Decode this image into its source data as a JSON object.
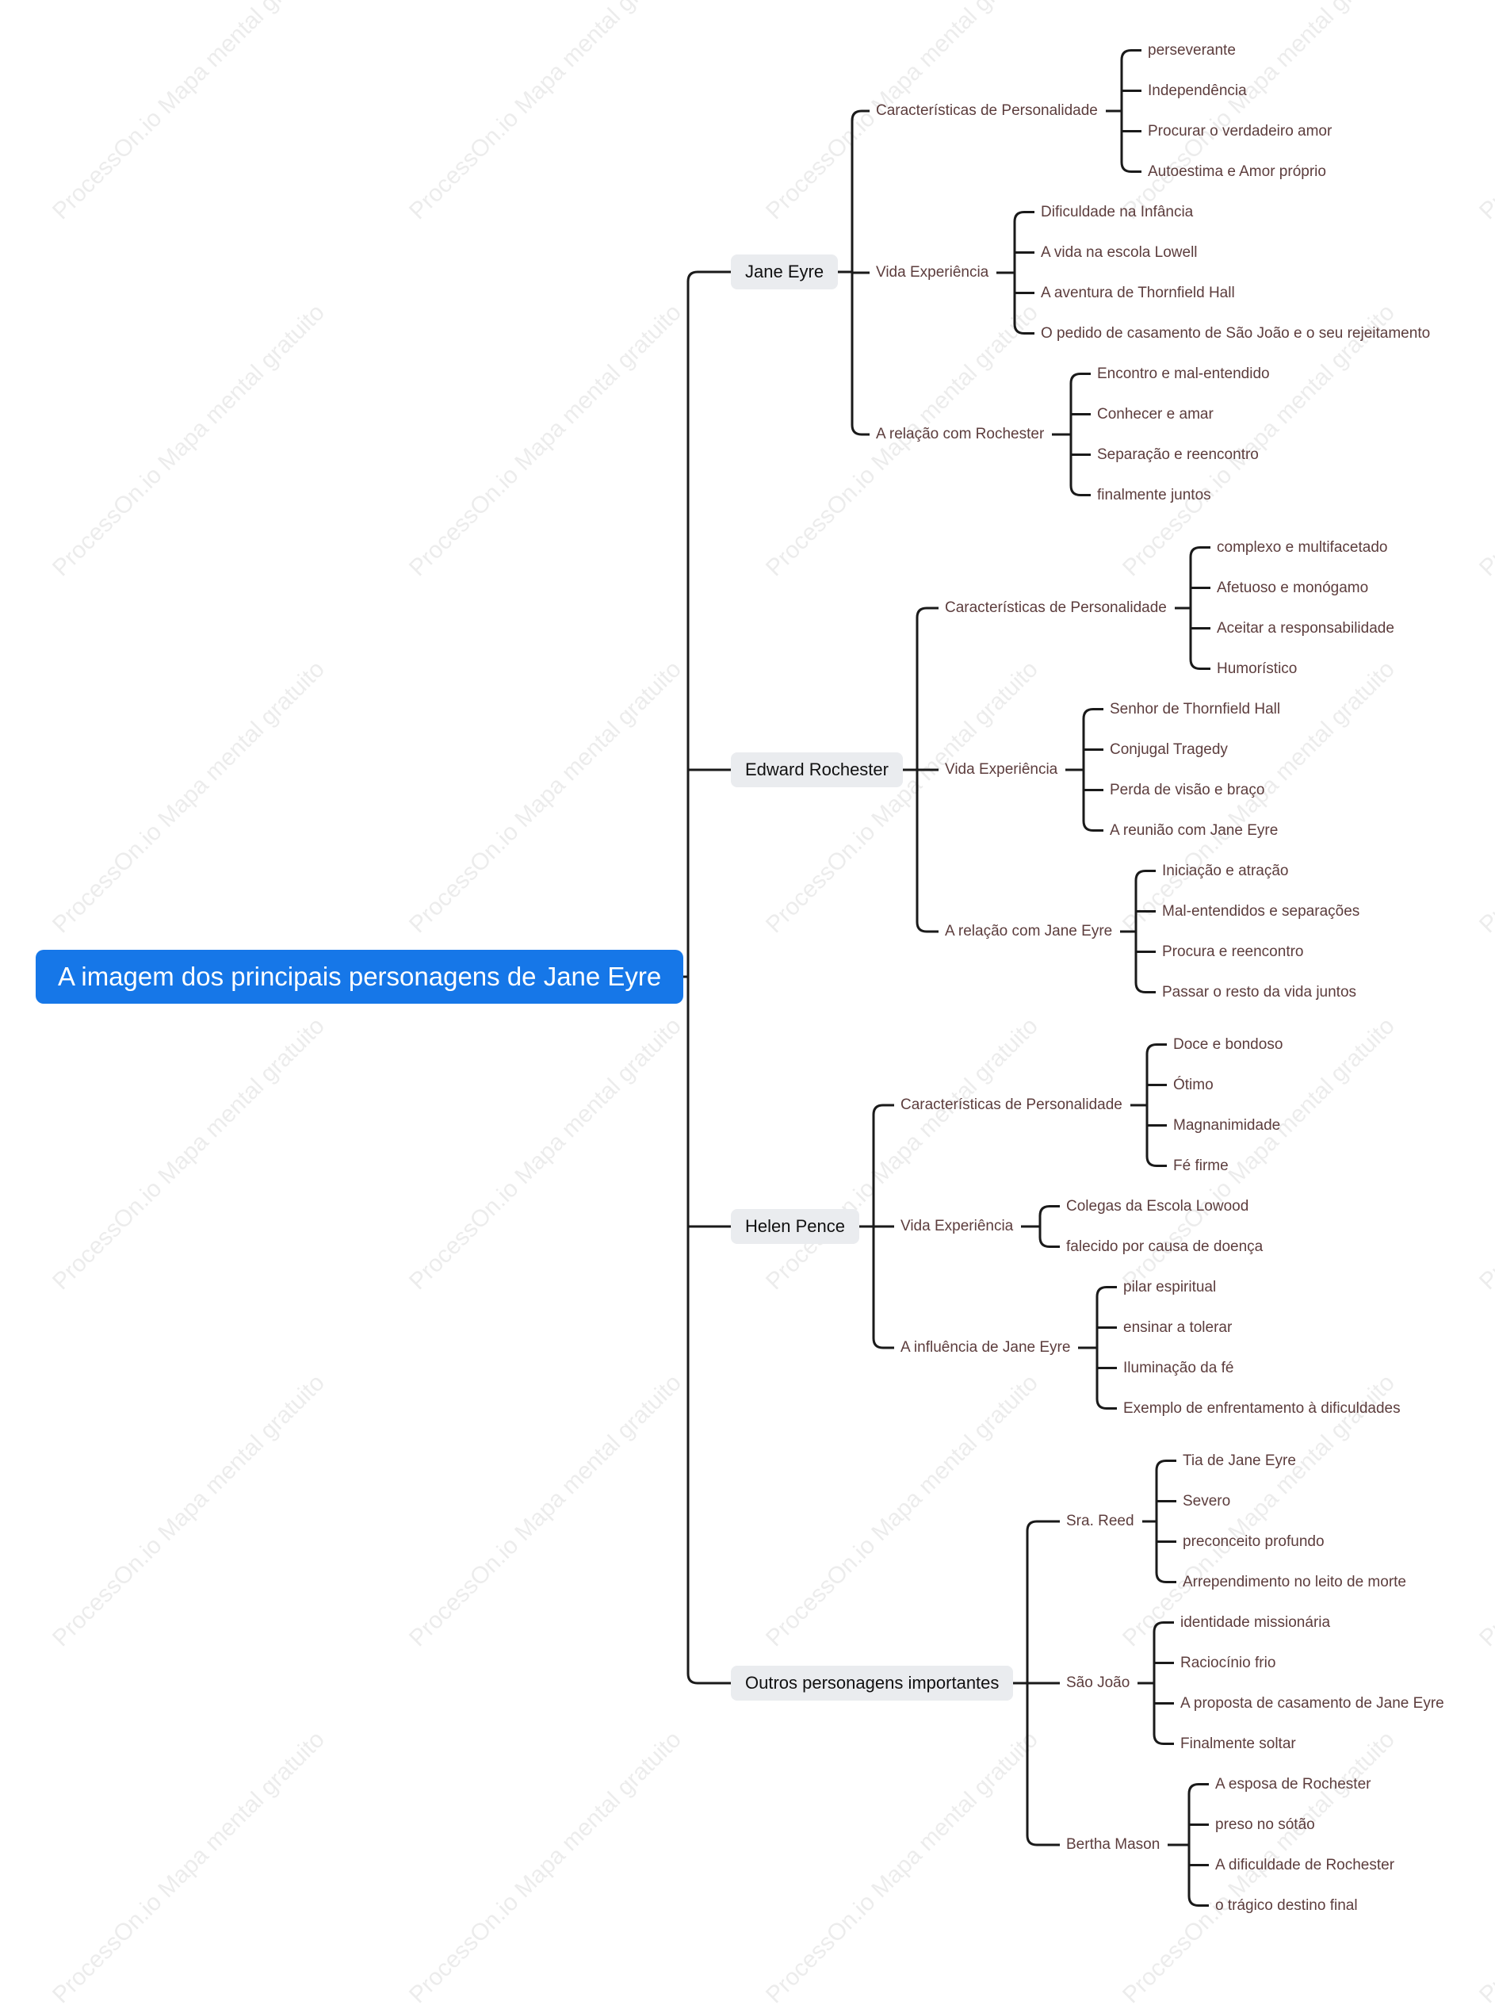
{
  "watermark": "ProcessOn.io Mapa mental gratuito",
  "colors": {
    "root": "#1677e8",
    "branch": "#eaecef",
    "text": "#5c3d3d",
    "line": "#1a1a1a"
  },
  "root": "A imagem dos principais personagens de Jane Eyre",
  "branches": [
    {
      "label": "Jane Eyre",
      "children": [
        {
          "label": "Características de Personalidade",
          "leaves": [
            "perseverante",
            "Independência",
            "Procurar o verdadeiro amor",
            "Autoestima e Amor próprio"
          ]
        },
        {
          "label": "Vida Experiência",
          "leaves": [
            "Dificuldade na Infância",
            "A vida na escola Lowell",
            "A aventura de Thornfield Hall",
            "O pedido de casamento de São João e o seu rejeitamento"
          ]
        },
        {
          "label": "A relação com Rochester",
          "leaves": [
            "Encontro e mal-entendido",
            "Conhecer e amar",
            "Separação e reencontro",
            "finalmente juntos"
          ]
        }
      ]
    },
    {
      "label": "Edward Rochester",
      "children": [
        {
          "label": "Características de Personalidade",
          "leaves": [
            "complexo e multifacetado",
            "Afetuoso e monógamo",
            "Aceitar a responsabilidade",
            "Humorístico"
          ]
        },
        {
          "label": "Vida Experiência",
          "leaves": [
            "Senhor de Thornfield Hall",
            "Conjugal Tragedy",
            "Perda de visão e braço",
            "A reunião com Jane Eyre"
          ]
        },
        {
          "label": "A relação com Jane Eyre",
          "leaves": [
            "Iniciação e atração",
            "Mal-entendidos e separações",
            "Procura e reencontro",
            "Passar o resto da vida juntos"
          ]
        }
      ]
    },
    {
      "label": "Helen Pence",
      "children": [
        {
          "label": "Características de Personalidade",
          "leaves": [
            "Doce e bondoso",
            "Ótimo",
            "Magnanimidade",
            "Fé firme"
          ]
        },
        {
          "label": "Vida Experiência",
          "leaves": [
            "Colegas da Escola Lowood",
            "falecido por causa de doença"
          ]
        },
        {
          "label": "A influência de Jane Eyre",
          "leaves": [
            "pilar espiritual",
            "ensinar a tolerar",
            "Iluminação da fé",
            "Exemplo de enfrentamento à dificuldades"
          ]
        }
      ]
    },
    {
      "label": "Outros personagens importantes",
      "children": [
        {
          "label": "Sra. Reed",
          "leaves": [
            "Tia de Jane Eyre",
            "Severo",
            "preconceito profundo",
            "Arrependimento no leito de morte"
          ]
        },
        {
          "label": "São João",
          "leaves": [
            "identidade missionária",
            "Raciocínio frio",
            "A proposta de casamento de Jane Eyre",
            "Finalmente soltar"
          ]
        },
        {
          "label": "Bertha Mason",
          "leaves": [
            "A esposa de Rochester",
            "preso no sótão",
            "A dificuldade de Rochester",
            "o trágico destino final"
          ]
        }
      ]
    }
  ]
}
